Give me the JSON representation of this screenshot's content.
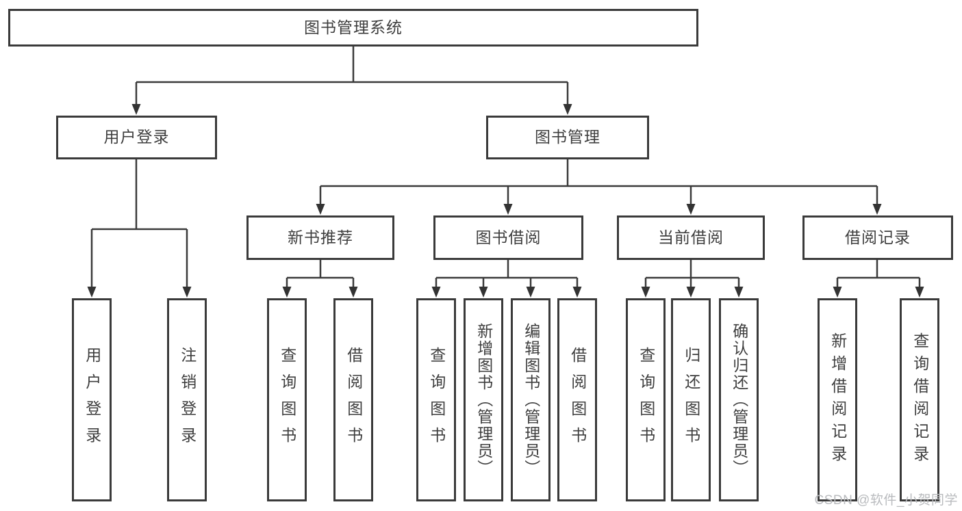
{
  "tree": {
    "label": "图书管理系统",
    "children": [
      {
        "label": "用户登录",
        "children": [
          {
            "label": "用户登录"
          },
          {
            "label": "注销登录"
          }
        ]
      },
      {
        "label": "图书管理",
        "children": [
          {
            "label": "新书推荐",
            "children": [
              {
                "label": "查询图书"
              },
              {
                "label": "借阅图书"
              }
            ]
          },
          {
            "label": "图书借阅",
            "children": [
              {
                "label": "查询图书"
              },
              {
                "label": "新增图书（管理员）"
              },
              {
                "label": "编辑图书（管理员）"
              },
              {
                "label": "借阅图书"
              }
            ]
          },
          {
            "label": "当前借阅",
            "children": [
              {
                "label": "查询图书"
              },
              {
                "label": "归还图书"
              },
              {
                "label": "确认归还（管理员）"
              }
            ]
          },
          {
            "label": "借阅记录",
            "children": [
              {
                "label": "新增借阅记录"
              },
              {
                "label": "查询借阅记录"
              }
            ]
          }
        ]
      }
    ]
  },
  "watermark": {
    "text": "CSDN @软件_小贺同学"
  },
  "colors": {
    "line": "#3a3a3a",
    "arrowhead": "#333333",
    "text": "#3e3e3e",
    "box_background": "#ffffff",
    "watermark": "#b9bbbe",
    "background": "#ffffff"
  }
}
